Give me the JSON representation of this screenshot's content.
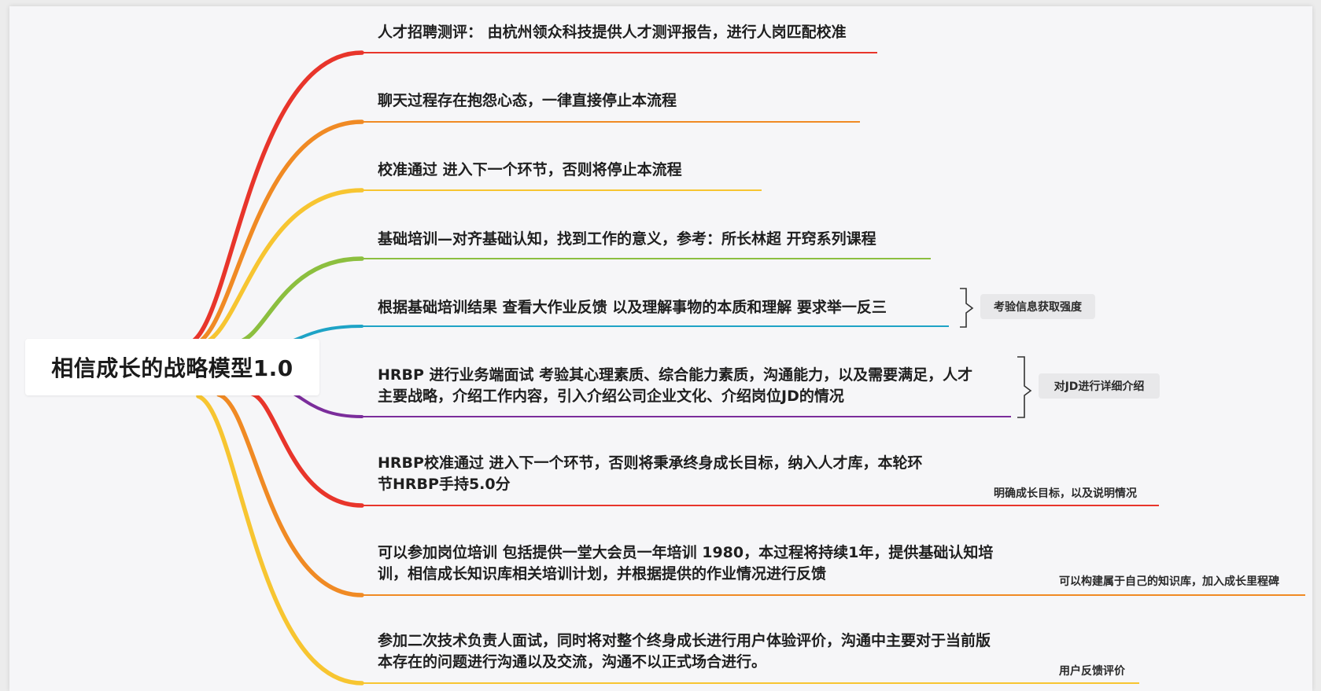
{
  "central_topic": "相信成长的战略模型1.0",
  "branches": [
    {
      "text": "人才招聘测评： 由杭州领众科技提供人才测评报告，进行人岗匹配校准",
      "color": "#e8352b"
    },
    {
      "text": "聊天过程存在抱怨心态，一律直接停止本流程",
      "color": "#f08a24"
    },
    {
      "text": "校准通过 进入下一个环节，否则将停止本流程",
      "color": "#f7c531"
    },
    {
      "text": "基础培训—对齐基础认知，找到工作的意义，参考：所长林超 开窍系列课程",
      "color": "#8cbf3f"
    },
    {
      "text": "根据基础培训结果 查看大作业反馈 以及理解事物的本质和理解 要求举一反三",
      "color": "#1ea3c6"
    },
    {
      "text": "HRBP 进行业务端面试 考验其心理素质、综合能力素质，沟通能力，以及需要满足，人才主要战略，介绍工作内容，引入介绍公司企业文化、介绍岗位JD的情况",
      "color": "#7b2d9b"
    },
    {
      "text": "HRBP校准通过 进入下一个环节，否则将秉承终身成长目标，纳入人才库，本轮环节HRBP手持5.0分",
      "color": "#e8352b"
    },
    {
      "text": "可以参加岗位培训 包括提供一堂大会员一年培训 1980，本过程将持续1年，提供基础认知培训，相信成长知识库相关培训计划，并根据提供的作业情况进行反馈",
      "color": "#f08a24"
    },
    {
      "text": "参加二次技术负责人面试，同时将对整个终身成长进行用户体验评价，沟通中主要对于当前版本存在的问题进行沟通以及交流，沟通不以正式场合进行。",
      "color": "#f7c531"
    }
  ],
  "summaries": [
    {
      "text": "考验信息获取强度"
    },
    {
      "text": "对JD进行详细介绍"
    }
  ],
  "notes": [
    {
      "text": "明确成长目标，以及说明情况"
    },
    {
      "text": "可以构建属于自己的知识库，加入成长里程碑"
    },
    {
      "text": "用户反馈评价"
    }
  ]
}
